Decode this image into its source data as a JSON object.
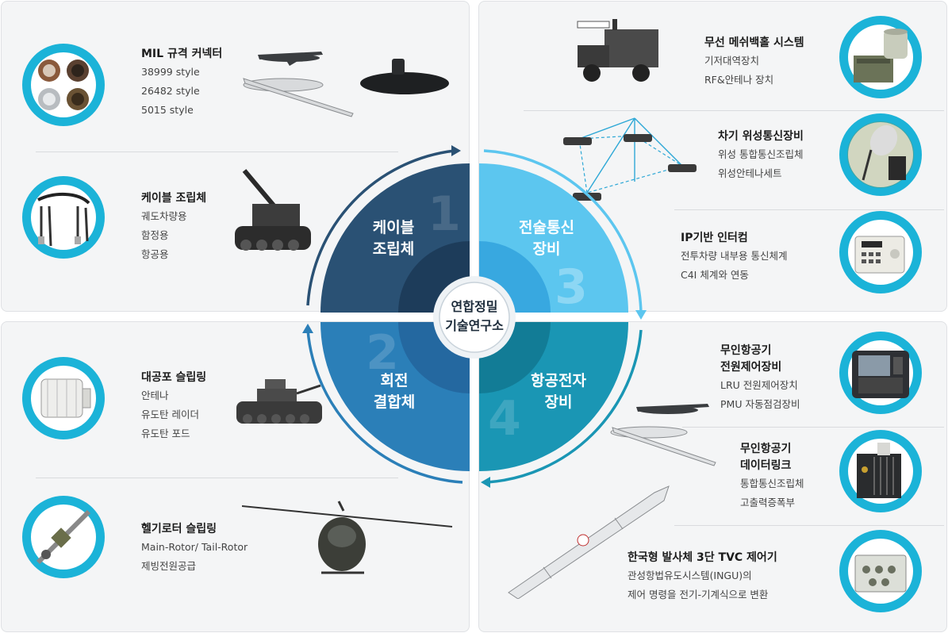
{
  "center": {
    "line1": "연합정밀",
    "line2": "기술연구소"
  },
  "quadrants": [
    {
      "num": "1",
      "line1": "케이블",
      "line2": "조립체",
      "color": "#2a5174"
    },
    {
      "num": "2",
      "line1": "회전",
      "line2": "결합체",
      "color": "#2b7fb8"
    },
    {
      "num": "3",
      "line1": "전술통신",
      "line2": "장비",
      "color": "#5cc6ef"
    },
    {
      "num": "4",
      "line1": "항공전자",
      "line2": "장비",
      "color": "#1a96b4"
    }
  ],
  "panels": {
    "top_left": [
      {
        "title": "MIL 규격 커넥터",
        "subs": [
          "38999 style",
          "26482 style",
          "5015 style"
        ],
        "icon": "connector-icon"
      },
      {
        "title": "케이블 조립체",
        "subs": [
          "궤도차량용",
          "함정용",
          "항공용"
        ],
        "icon": "cable-icon"
      }
    ],
    "top_right": [
      {
        "title": "무선 메쉬백홀 시스템",
        "subs": [
          "기저대역장치",
          "RF&안테나 장치"
        ],
        "icon": "radio-unit-icon"
      },
      {
        "title": "차기 위성통신장비",
        "subs": [
          "위성 통합통신조립체",
          "위성안테나세트"
        ],
        "icon": "satellite-dish-icon"
      },
      {
        "title": "IP기반 인터컴",
        "subs": [
          "전투차량 내부용 통신체계",
          "C4I 체계와 연동"
        ],
        "icon": "intercom-icon"
      }
    ],
    "bottom_left": [
      {
        "title": "대공포 슬립링",
        "subs": [
          "안테나",
          "유도탄 레이더",
          "유도탄 포드"
        ],
        "icon": "slipring-icon"
      },
      {
        "title": "헬기로터 슬립링",
        "subs": [
          "Main-Rotor/ Tail-Rotor",
          "제빙전원공급"
        ],
        "icon": "rotor-slipring-icon"
      }
    ],
    "bottom_right": [
      {
        "title": "무인항공기",
        "title2": "전원제어장비",
        "subs": [
          "LRU 전원제어장치",
          "PMU 자동점검장비"
        ],
        "icon": "rugged-laptop-icon"
      },
      {
        "title": "무인항공기",
        "title2": "데이터링크",
        "subs": [
          "통합통신조립체",
          "고출력증폭부"
        ],
        "icon": "datalink-module-icon"
      },
      {
        "title": "한국형 발사체 3단 TVC 제어기",
        "subs": [
          "관성항법유도시스템(INGU)의",
          "제어 명령을 전기-기계식으로 변환"
        ],
        "icon": "tvc-controller-icon"
      }
    ]
  },
  "colors": {
    "ring": "#1bb3d8",
    "arrow_dark": "#2a5174",
    "arrow_light": "#5cc6ef",
    "center_ring": "#1e3a5c"
  }
}
